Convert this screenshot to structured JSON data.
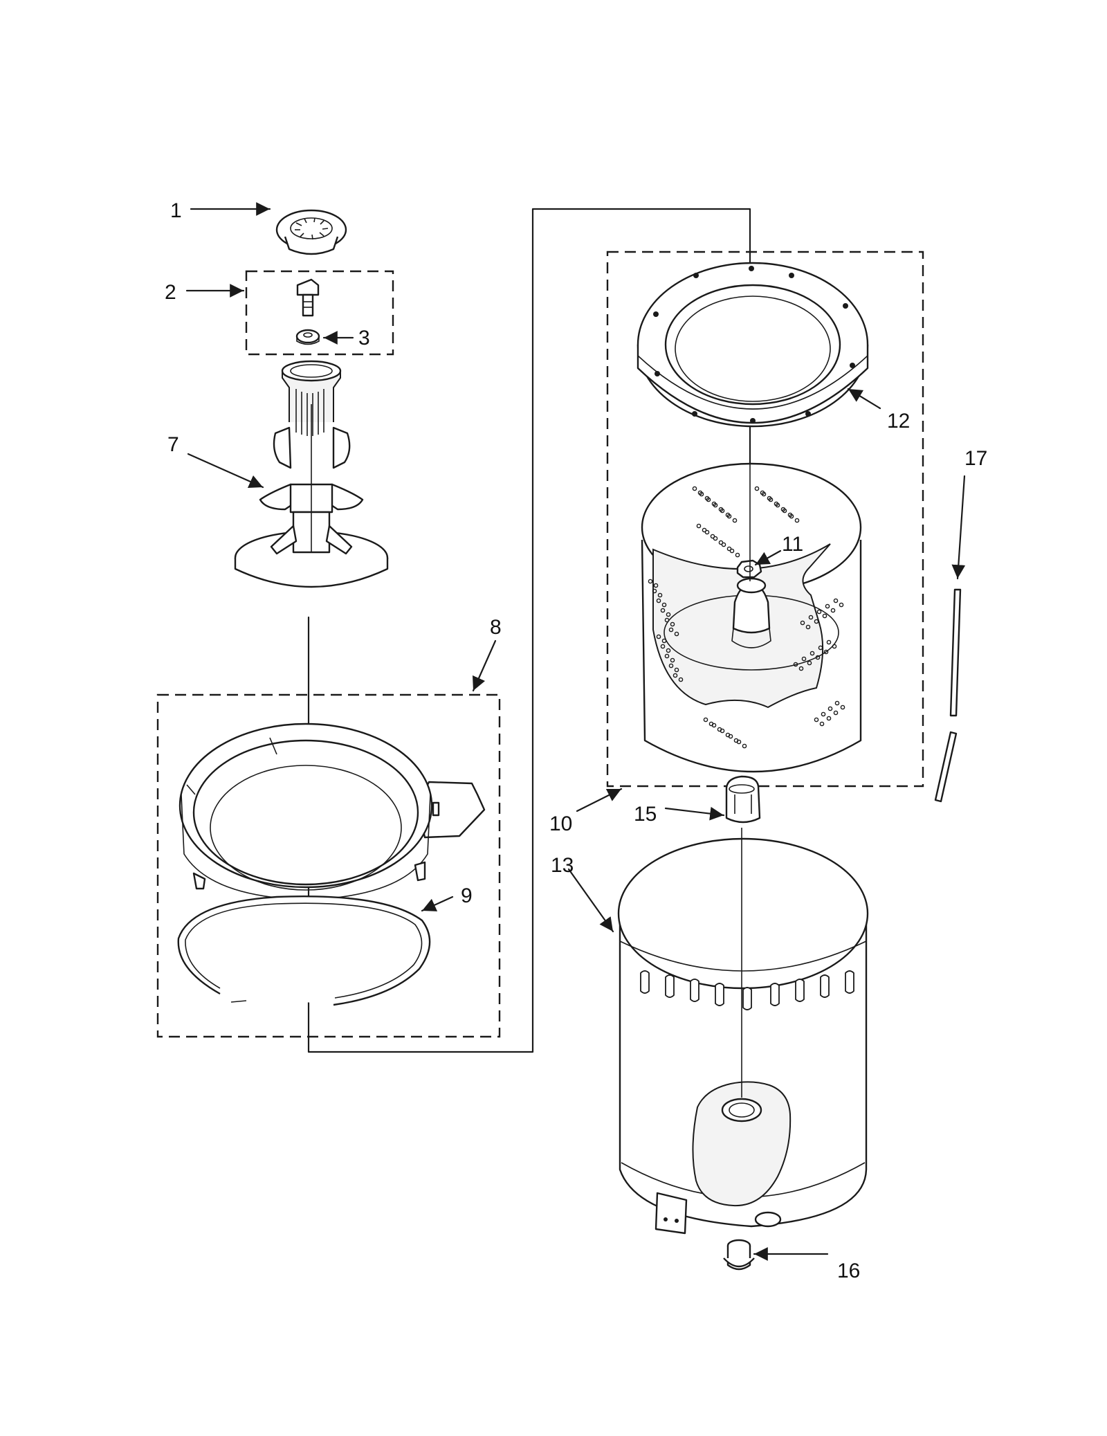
{
  "callouts": [
    {
      "key": "c1",
      "label": "1"
    },
    {
      "key": "c2",
      "label": "2"
    },
    {
      "key": "c3",
      "label": "3"
    },
    {
      "key": "c7",
      "label": "7"
    },
    {
      "key": "c8",
      "label": "8"
    },
    {
      "key": "c9",
      "label": "9"
    },
    {
      "key": "c10",
      "label": "10"
    },
    {
      "key": "c11",
      "label": "11"
    },
    {
      "key": "c12",
      "label": "12"
    },
    {
      "key": "c13",
      "label": "13"
    },
    {
      "key": "c15",
      "label": "15"
    },
    {
      "key": "c16",
      "label": "16"
    },
    {
      "key": "c17",
      "label": "17"
    }
  ],
  "colors": {
    "ink": "#1a1a1a",
    "background": "#ffffff"
  }
}
